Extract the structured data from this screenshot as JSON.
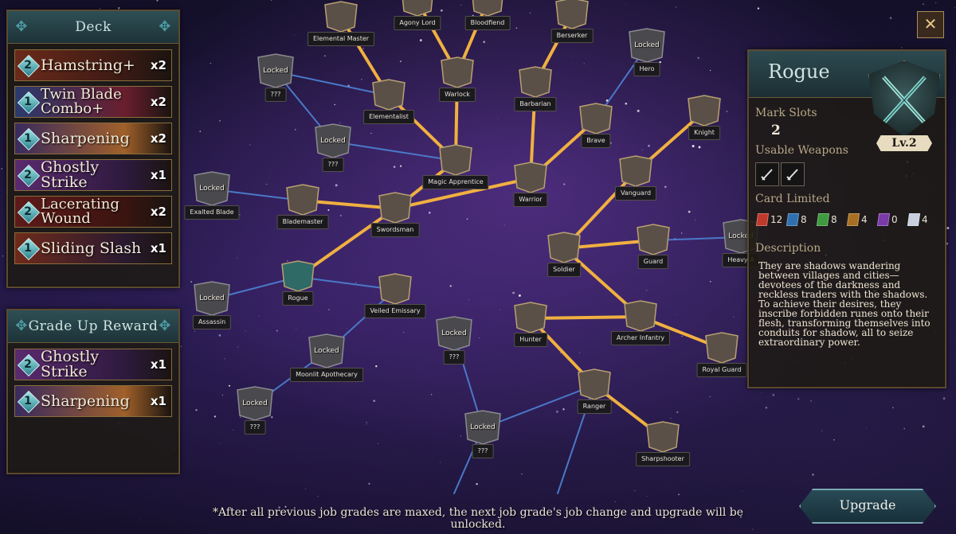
{
  "deck": {
    "title": "Deck",
    "cards": [
      {
        "cost": "2",
        "name": "Hamstring+",
        "qty": "x2",
        "colors": [
          "#6b2a1a",
          "#3a1a14"
        ]
      },
      {
        "cost": "1",
        "name": "Twin Blade Combo+",
        "qty": "x2",
        "colors": [
          "#2a3a6e",
          "#6a1e2e"
        ]
      },
      {
        "cost": "1",
        "name": "Sharpening",
        "qty": "x2",
        "colors": [
          "#3a2a5e",
          "#a0602a"
        ]
      },
      {
        "cost": "2",
        "name": "Ghostly Strike",
        "qty": "x1",
        "colors": [
          "#5a2a6e",
          "#2e1a3e"
        ]
      },
      {
        "cost": "2",
        "name": "Lacerating Wound",
        "qty": "x2",
        "colors": [
          "#5e1a1a",
          "#3a1410"
        ]
      },
      {
        "cost": "1",
        "name": "Sliding Slash",
        "qty": "x1",
        "colors": [
          "#6e2a1a",
          "#2a1a30"
        ]
      }
    ]
  },
  "reward": {
    "title": "Grade Up Reward",
    "cards": [
      {
        "cost": "2",
        "name": "Ghostly Strike",
        "qty": "x1",
        "colors": [
          "#5a2a6e",
          "#2e1a3e"
        ]
      },
      {
        "cost": "1",
        "name": "Sharpening",
        "qty": "x1",
        "colors": [
          "#3a2a5e",
          "#a0602a"
        ]
      }
    ]
  },
  "info": {
    "job_name": "Rogue",
    "level": "Lv.2",
    "mark_slots_label": "Mark Slots",
    "mark_slots_value": "2",
    "usable_weapons_label": "Usable Weapons",
    "weapon_icons": [
      "dagger-icon",
      "dagger-icon"
    ],
    "card_limited_label": "Card Limited",
    "card_limits": [
      {
        "value": "12",
        "color": "#c0392b"
      },
      {
        "value": "8",
        "color": "#2f6fb0"
      },
      {
        "value": "8",
        "color": "#3e9a3e"
      },
      {
        "value": "4",
        "color": "#a86f22"
      },
      {
        "value": "0",
        "color": "#7a3aa8"
      },
      {
        "value": "4",
        "color": "#c8d0e0"
      }
    ],
    "description_label": "Description",
    "description": "They are shadows wandering between villages and cities—devotees of the darkness and reckless traders with the shadows. To achieve their desires, they inscribe forbidden runes onto their flesh, transforming themselves into conduits for shadow, all to seize extraordinary power."
  },
  "nodes": [
    {
      "id": "elemental-master",
      "label": "Elemental Master",
      "locked": false
    },
    {
      "id": "agony-lord",
      "label": "Agony Lord",
      "locked": false
    },
    {
      "id": "bloodfiend",
      "label": "Bloodfiend",
      "locked": false
    },
    {
      "id": "berserker",
      "label": "Berserker",
      "locked": false
    },
    {
      "id": "hero",
      "label": "Hero",
      "locked": true
    },
    {
      "id": "locked-scroll",
      "label": "???",
      "locked": true
    },
    {
      "id": "elementalist",
      "label": "Elementalist",
      "locked": false
    },
    {
      "id": "warlock",
      "label": "Warlock",
      "locked": false
    },
    {
      "id": "barbarian",
      "label": "Barbarian",
      "locked": false
    },
    {
      "id": "brave",
      "label": "Brave",
      "locked": false
    },
    {
      "id": "knight",
      "label": "Knight",
      "locked": false
    },
    {
      "id": "locked-helm",
      "label": "???",
      "locked": true
    },
    {
      "id": "magic-apprentice",
      "label": "Magic Apprentice",
      "locked": false
    },
    {
      "id": "warrior",
      "label": "Warrior",
      "locked": false
    },
    {
      "id": "vanguard",
      "label": "Vanguard",
      "locked": false
    },
    {
      "id": "exalted-blade",
      "label": "Exalted Blade",
      "locked": true
    },
    {
      "id": "blademaster",
      "label": "Blademaster",
      "locked": false
    },
    {
      "id": "swordsman",
      "label": "Swordsman",
      "locked": false
    },
    {
      "id": "soldier",
      "label": "Soldier",
      "locked": false
    },
    {
      "id": "guard",
      "label": "Guard",
      "locked": false
    },
    {
      "id": "heavy-armor",
      "label": "Heavy A",
      "locked": true
    },
    {
      "id": "assassin",
      "label": "Assassin",
      "locked": true
    },
    {
      "id": "rogue",
      "label": "Rogue",
      "locked": false
    },
    {
      "id": "veiled-emissary",
      "label": "Veiled Emissary",
      "locked": false
    },
    {
      "id": "locked-shield",
      "label": "???",
      "locked": true
    },
    {
      "id": "hunter",
      "label": "Hunter",
      "locked": false
    },
    {
      "id": "archer-infantry",
      "label": "Archer Infantry",
      "locked": false
    },
    {
      "id": "royal-guard",
      "label": "Royal Guard",
      "locked": false
    },
    {
      "id": "moonlit-apothecary",
      "label": "Moonlit Apothecary",
      "locked": true
    },
    {
      "id": "ranger",
      "label": "Ranger",
      "locked": false
    },
    {
      "id": "locked-bottom-left",
      "label": "???",
      "locked": true
    },
    {
      "id": "locked-bottom-mid",
      "label": "???",
      "locked": true
    },
    {
      "id": "sharpshooter",
      "label": "Sharpshooter",
      "locked": false
    }
  ],
  "locked_text": "Locked",
  "footnote": "*After all previous job grades are maxed, the next job grade's job change and upgrade will be unlocked.",
  "upgrade_label": "Upgrade",
  "close_icon": "close-icon"
}
